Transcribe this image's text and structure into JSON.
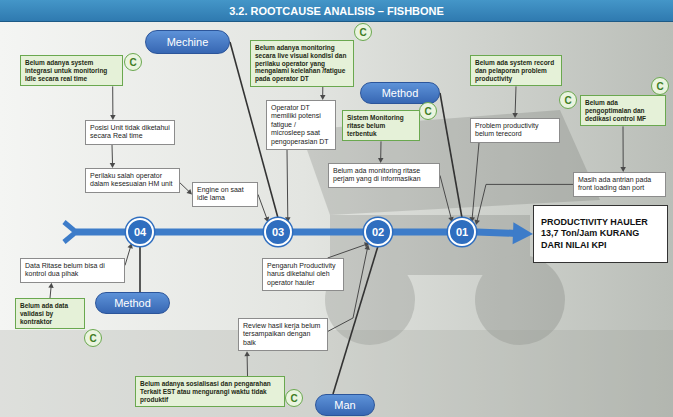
{
  "diagram": {
    "title": "3.2. ROOTCAUSE ANALISIS – FISHBONE",
    "nodes": [
      {
        "text": [
          "Belum adanya system integrasi untuk monitoring Idle secara real time"
        ]
      },
      {
        "text": [
          "C"
        ]
      },
      {
        "text": [
          "Mechine"
        ]
      },
      {
        "text": [
          "Belum adanya monitoring secara live visual kondisi dan perilaku operator yang mengalami kelelahan /fatigue pada operator DT"
        ]
      },
      {
        "text": [
          "C"
        ]
      },
      {
        "text": [
          "Method"
        ]
      },
      {
        "text": [
          "Belum ada system record dan pelaporan problem productivity"
        ]
      },
      {
        "text": [
          "C"
        ]
      },
      {
        "text": [
          "Belum ada pengoptimalan dan dedikasi control MF"
        ]
      },
      {
        "text": [
          "C"
        ]
      },
      {
        "text": [
          "Posisi Unit tidak diketahui secara Real time"
        ]
      },
      {
        "text": [
          "Operator DT memiliki potensi fatigue / microsleep saat pengoperasian DT"
        ]
      },
      {
        "text": [
          "Sistem Monitoring ritase belum terbentuk"
        ]
      },
      {
        "text": [
          "C"
        ]
      },
      {
        "text": [
          "Problem productivity belum terecord"
        ]
      },
      {
        "text": [
          "Perilaku salah operator dalam kesesuaian HM unit"
        ]
      },
      {
        "text": [
          "Belum ada monitoring ritase perjam yang di informasikan"
        ]
      },
      {
        "text": [
          "Engine on saat idle lama"
        ]
      },
      {
        "text": [
          "Masih ada antrian pada front loading dan port"
        ]
      },
      {
        "text": [
          "04"
        ]
      },
      {
        "text": [
          "03"
        ]
      },
      {
        "text": [
          "02"
        ]
      },
      {
        "text": [
          "01"
        ]
      },
      {
        "text": [
          "PRODUCTIVITY HAULER 13,7 Ton/Jam KURANG DARI NILAI KPI"
        ]
      },
      {
        "text": [
          "Data Ritase belum bisa di kontrol dua pihak"
        ]
      },
      {
        "text": [
          "Pengaruh Productivity harus diketahui oleh operator hauler"
        ]
      },
      {
        "text": [
          "Belum ada data validasi by kontraktor"
        ]
      },
      {
        "text": [
          "C"
        ]
      },
      {
        "text": [
          "Method"
        ]
      },
      {
        "text": [
          "Review hasil kerja belum tersampaikan dengan baik"
        ]
      },
      {
        "text": [
          "Belum adanya sosialisasi dan pengarahan Terkait EST atau mengurangi waktu tidak produktif"
        ]
      },
      {
        "text": [
          "C"
        ]
      },
      {
        "text": [
          "Man"
        ]
      }
    ],
    "edges": [
      {
        "from": 0,
        "to": 10,
        "arrow": "to"
      },
      {
        "from": 10,
        "to": 15,
        "arrow": "to"
      },
      {
        "from": 15,
        "to": 17,
        "arrow": "to"
      },
      {
        "from": 17,
        "to": 20,
        "arrow": "to"
      },
      {
        "from": 2,
        "to": 20,
        "arrow": "none"
      },
      {
        "from": 3,
        "to": 11,
        "arrow": "to"
      },
      {
        "from": 11,
        "to": 20,
        "arrow": "to"
      },
      {
        "from": 5,
        "to": 22,
        "arrow": "none"
      },
      {
        "from": 6,
        "to": 14,
        "arrow": "to"
      },
      {
        "from": 14,
        "to": 22,
        "arrow": "to"
      },
      {
        "from": 12,
        "to": 16,
        "arrow": "to"
      },
      {
        "from": 16,
        "to": 22,
        "arrow": "to"
      },
      {
        "from": 8,
        "to": 18,
        "arrow": "to"
      },
      {
        "from": 18,
        "to": 22,
        "arrow": "to"
      },
      {
        "from": 19,
        "to": 20,
        "arrow": "none"
      },
      {
        "from": 20,
        "to": 21,
        "arrow": "none"
      },
      {
        "from": 21,
        "to": 22,
        "arrow": "none"
      },
      {
        "from": 22,
        "to": 23,
        "arrow": "to"
      },
      {
        "from": 28,
        "to": 19,
        "arrow": "none"
      },
      {
        "from": 26,
        "to": 24,
        "arrow": "to"
      },
      {
        "from": 24,
        "to": 19,
        "arrow": "to"
      },
      {
        "from": 32,
        "to": 21,
        "arrow": "none"
      },
      {
        "from": 25,
        "to": 21,
        "arrow": "to"
      },
      {
        "from": 30,
        "to": 29,
        "arrow": "to"
      },
      {
        "from": 29,
        "to": 21,
        "arrow": "to"
      }
    ]
  }
}
